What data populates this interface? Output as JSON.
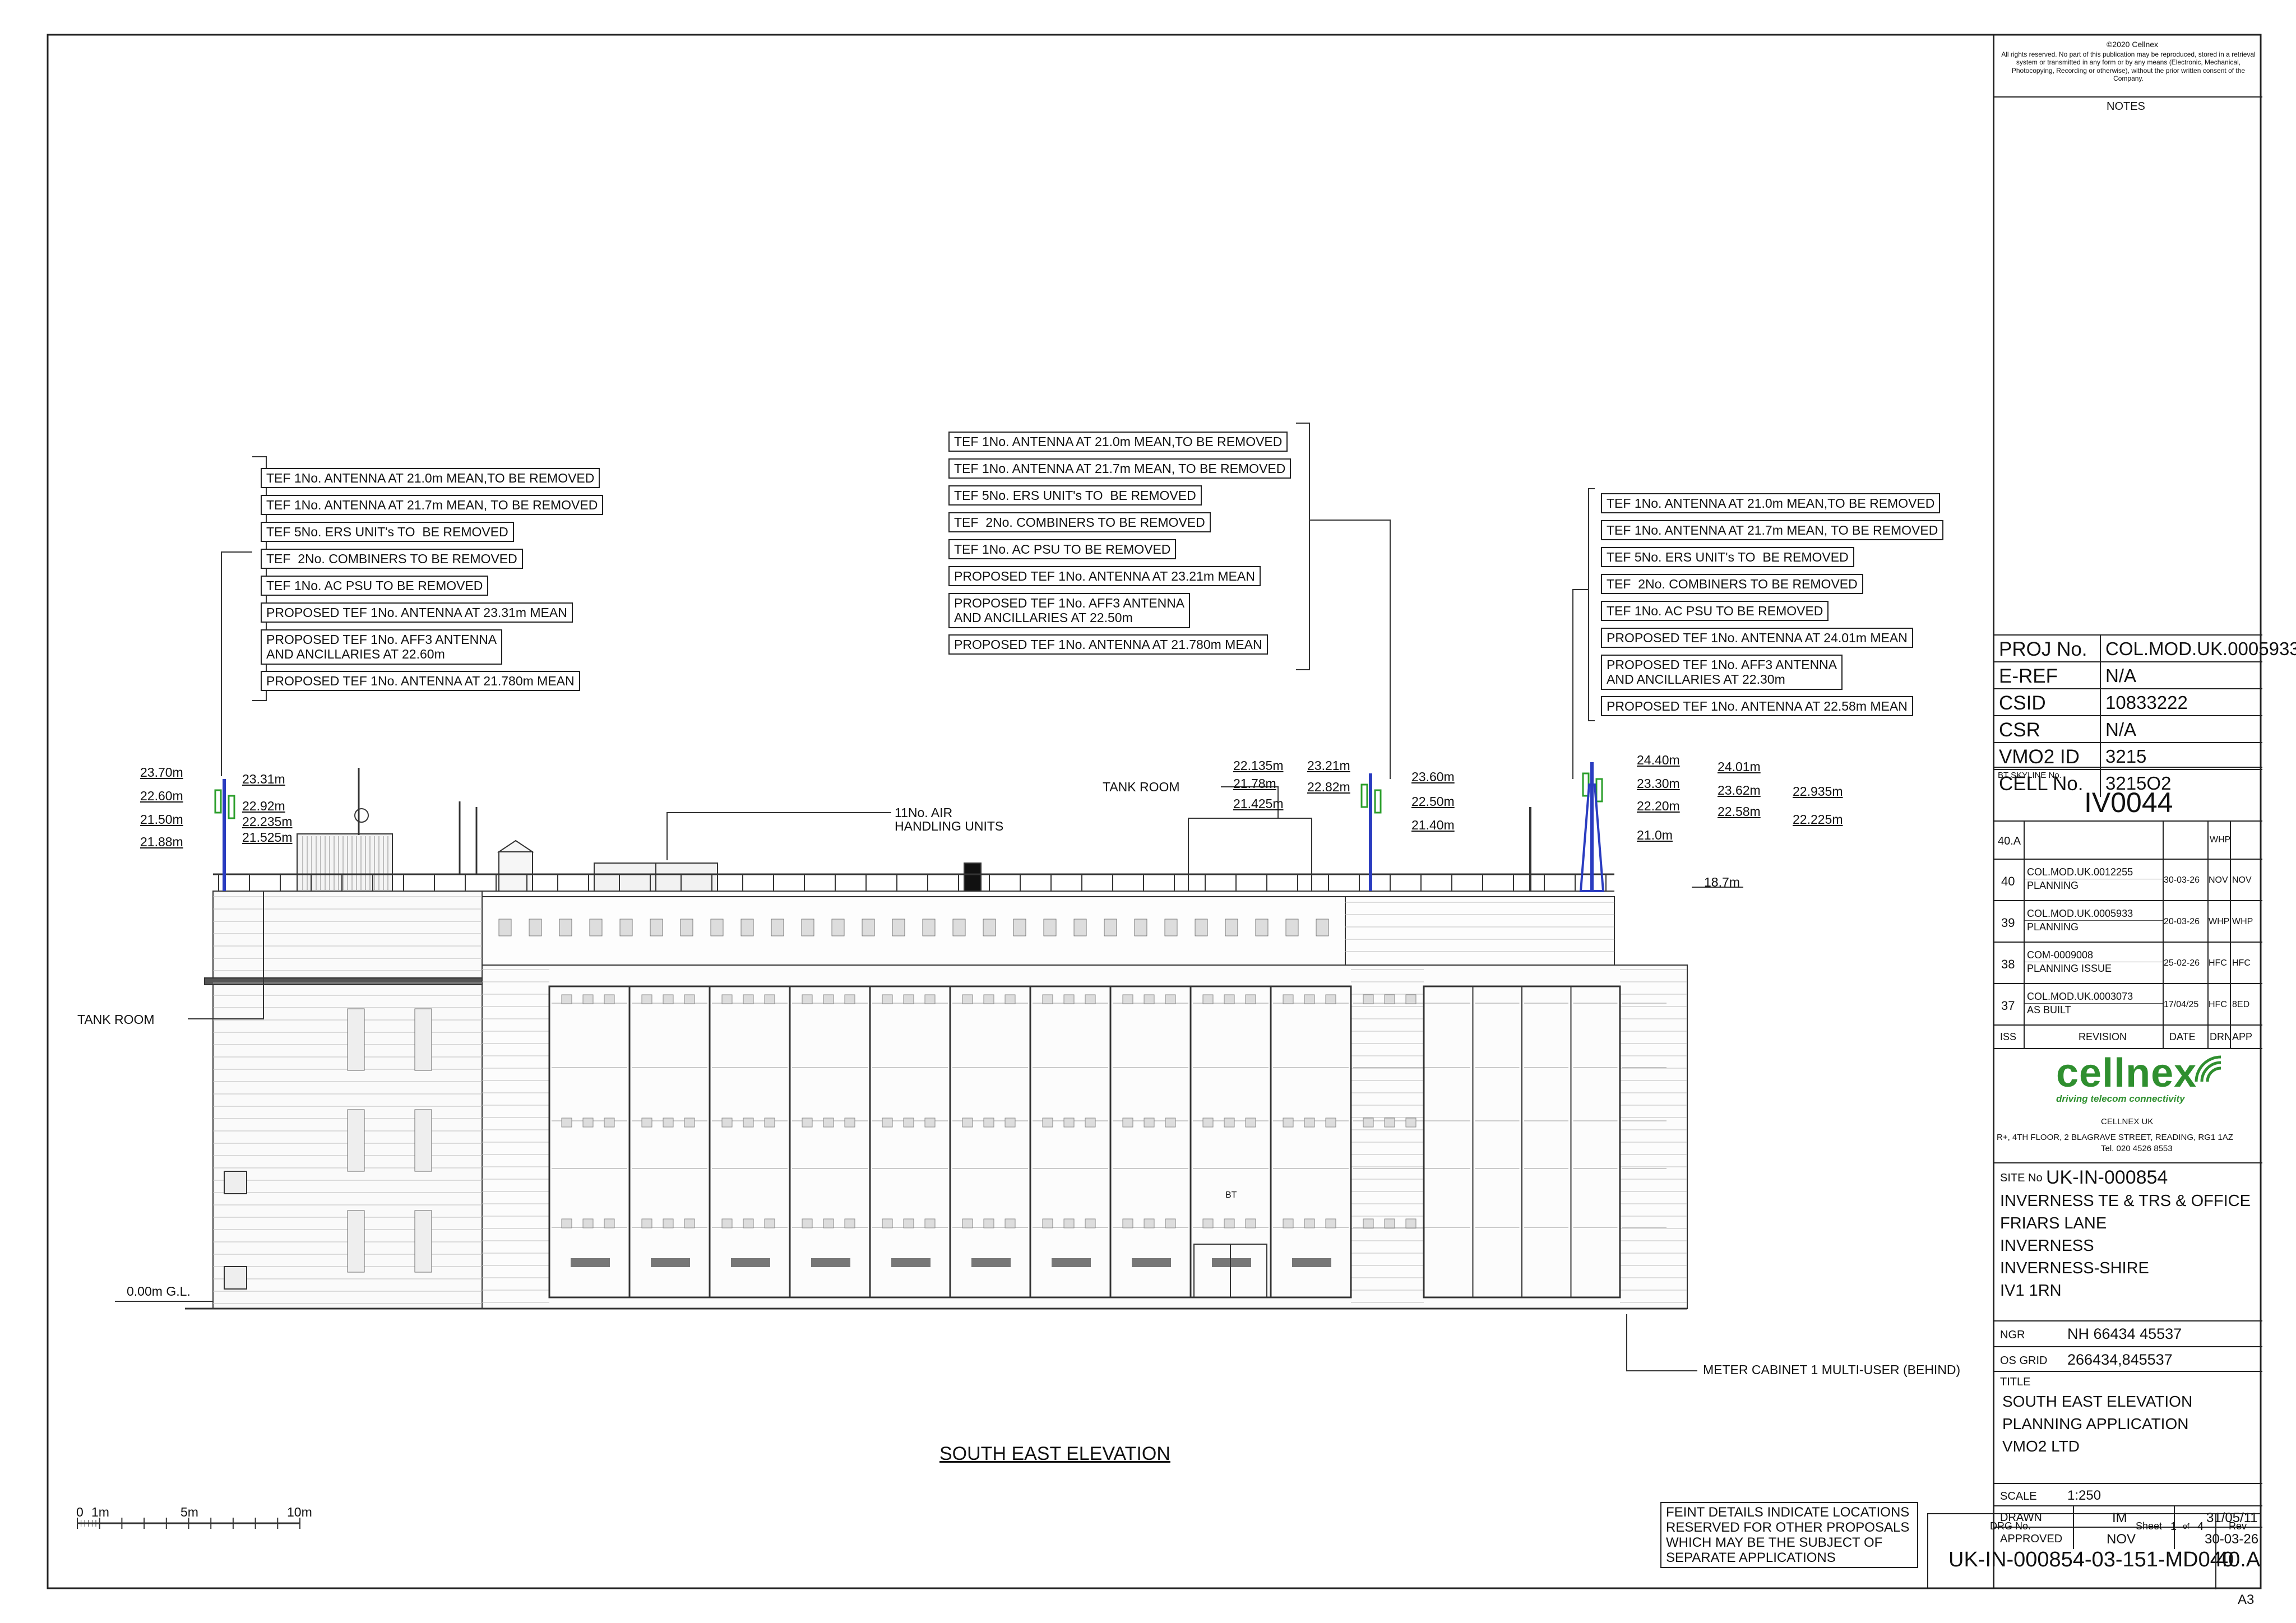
{
  "copyright": {
    "title": "©2020 Cellnex",
    "text": "All rights reserved. No part of this publication may be reproduced, stored in a retrieval system or transmitted in any form or by any means (Electronic, Mechanical, Photocopying, Recording or otherwise), without the prior written consent of the Company."
  },
  "notes_heading": "NOTES",
  "project": [
    {
      "key": "PROJ No.",
      "value": "COL.MOD.UK.0005933"
    },
    {
      "key": "E-REF",
      "value": "N/A"
    },
    {
      "key": "CSID",
      "value": "10833222"
    },
    {
      "key": "CSR",
      "value": "N/A"
    },
    {
      "key": "VMO2 ID",
      "value": "3215"
    },
    {
      "key": "CELL No.",
      "value": "3215O2"
    }
  ],
  "bt_skyline": {
    "label": "BT SKYLINE No.",
    "value": "IV0044"
  },
  "current_rev": {
    "iss": "40.A",
    "drn": "WHP"
  },
  "revisions": [
    {
      "iss": "40",
      "ref": "COL.MOD.UK.0012255",
      "desc": "PLANNING",
      "date": "30-03-26",
      "drn": "NOV",
      "app": "NOV"
    },
    {
      "iss": "39",
      "ref": "COL.MOD.UK.0005933",
      "desc": "PLANNING",
      "date": "20-03-26",
      "drn": "WHP",
      "app": "WHP"
    },
    {
      "iss": "38",
      "ref": "COM-0009008",
      "desc": "PLANNING ISSUE",
      "date": "25-02-26",
      "drn": "HFC",
      "app": "HFC"
    },
    {
      "iss": "37",
      "ref": "COL.MOD.UK.0003073",
      "desc": "AS BUILT",
      "date": "17/04/25",
      "drn": "HFC",
      "app": "8ED"
    }
  ],
  "rev_headers": {
    "iss": "ISS",
    "revision": "REVISION",
    "date": "DATE",
    "drn": "DRN",
    "app": "APP"
  },
  "company": {
    "logo": "cellnex",
    "tagline": "driving telecom connectivity",
    "name": "CELLNEX UK",
    "address": "R+, 4TH FLOOR, 2 BLAGRAVE STREET, READING, RG1 1AZ",
    "tel": "Tel. 020 4526 8553"
  },
  "site": {
    "label": "SITE No",
    "number": "UK-IN-000854",
    "address": [
      "INVERNESS TE & TRS & OFFICE",
      "FRIARS LANE",
      "INVERNESS",
      "INVERNESS-SHIRE",
      "IV1 1RN"
    ]
  },
  "ngr": {
    "label": "NGR",
    "value": "NH 66434 45537"
  },
  "os_grid": {
    "label": "OS GRID",
    "value": "266434,845537"
  },
  "title_block": {
    "label": "TITLE",
    "lines": [
      "SOUTH EAST ELEVATION",
      "PLANNING APPLICATION",
      "VMO2 LTD"
    ]
  },
  "scale": {
    "label": "SCALE",
    "value": "1:250"
  },
  "drawn": {
    "label": "DRAWN",
    "by": "IM",
    "date": "31/05/11"
  },
  "approved": {
    "label": "APPROVED",
    "by": "NOV",
    "date": "30-03-26"
  },
  "drg": {
    "label": "DRG No.",
    "sheet_label": "Sheet",
    "sheet": "1",
    "of_label": "of",
    "of": "4",
    "rev_label": "Rev",
    "number": "UK-IN-000854-03-151-MD040",
    "rev": "40.A"
  },
  "paper_size": "A3",
  "left_annotations": [
    "TEF 1No. ANTENNA AT 21.0m MEAN,TO BE REMOVED",
    "TEF 1No. ANTENNA AT 21.7m MEAN, TO BE REMOVED",
    "TEF 5No. ERS UNIT's TO  BE REMOVED",
    "TEF  2No. COMBINERS TO BE REMOVED",
    "TEF 1No. AC PSU TO BE REMOVED",
    "PROPOSED TEF 1No. ANTENNA AT 23.31m MEAN",
    "PROPOSED TEF 1No. AFF3 ANTENNA\nAND ANCILLARIES AT 22.60m",
    "PROPOSED TEF 1No. ANTENNA AT 21.780m MEAN"
  ],
  "middle_annotations": [
    "TEF 1No. ANTENNA AT 21.0m MEAN,TO BE REMOVED",
    "TEF 1No. ANTENNA AT 21.7m MEAN, TO BE REMOVED",
    "TEF 5No. ERS UNIT's TO  BE REMOVED",
    "TEF  2No. COMBINERS TO BE REMOVED",
    "TEF 1No. AC PSU TO BE REMOVED",
    "PROPOSED TEF 1No. ANTENNA AT 23.21m MEAN",
    "PROPOSED TEF 1No. AFF3 ANTENNA\nAND ANCILLARIES AT 22.50m",
    "PROPOSED TEF 1No. ANTENNA AT 21.780m MEAN"
  ],
  "right_annotations": [
    "TEF 1No. ANTENNA AT 21.0m MEAN,TO BE REMOVED",
    "TEF 1No. ANTENNA AT 21.7m MEAN, TO BE REMOVED",
    "TEF 5No. ERS UNIT's TO  BE REMOVED",
    "TEF  2No. COMBINERS TO BE REMOVED",
    "TEF 1No. AC PSU TO BE REMOVED",
    "PROPOSED TEF 1No. ANTENNA AT 24.01m MEAN",
    "PROPOSED TEF 1No. AFF3 ANTENNA\nAND ANCILLARIES AT 22.30m",
    "PROPOSED TEF 1No. ANTENNA AT 22.58m MEAN"
  ],
  "levels_left": [
    "23.70m",
    "22.60m",
    "21.50m",
    "21.88m"
  ],
  "levels_left2": [
    "23.31m",
    "22.92m",
    "22.235m",
    "21.525m"
  ],
  "levels_mid": [
    "22.135m",
    "21.78m",
    "21.425m",
    "23.21m",
    "22.82m",
    "23.60m",
    "22.50m",
    "21.40m"
  ],
  "levels_right": [
    "24.40m",
    "23.30m",
    "22.20m",
    "21.0m",
    "24.01m",
    "23.62m",
    "22.58m",
    "22.935m",
    "22.225m"
  ],
  "parapet_level": "18.7m",
  "ground_level": "0.00m G.L.",
  "labels": {
    "tank_room_top": "TANK ROOM",
    "tank_room_left": "TANK ROOM",
    "air_units": "11No. AIR\nHANDLING UNITS",
    "meter_cabinet": "METER CABINET 1 MULTI-USER (BEHIND)",
    "bt": "BT"
  },
  "drawing_title": "SOUTH EAST ELEVATION",
  "scale_bar": [
    "0",
    "1m",
    "5m",
    "10m"
  ],
  "feint_note": "FEINT DETAILS INDICATE LOCATIONS\nRESERVED FOR OTHER PROPOSALS\nWHICH MAY BE THE SUBJECT OF\nSEPARATE APPLICATIONS"
}
